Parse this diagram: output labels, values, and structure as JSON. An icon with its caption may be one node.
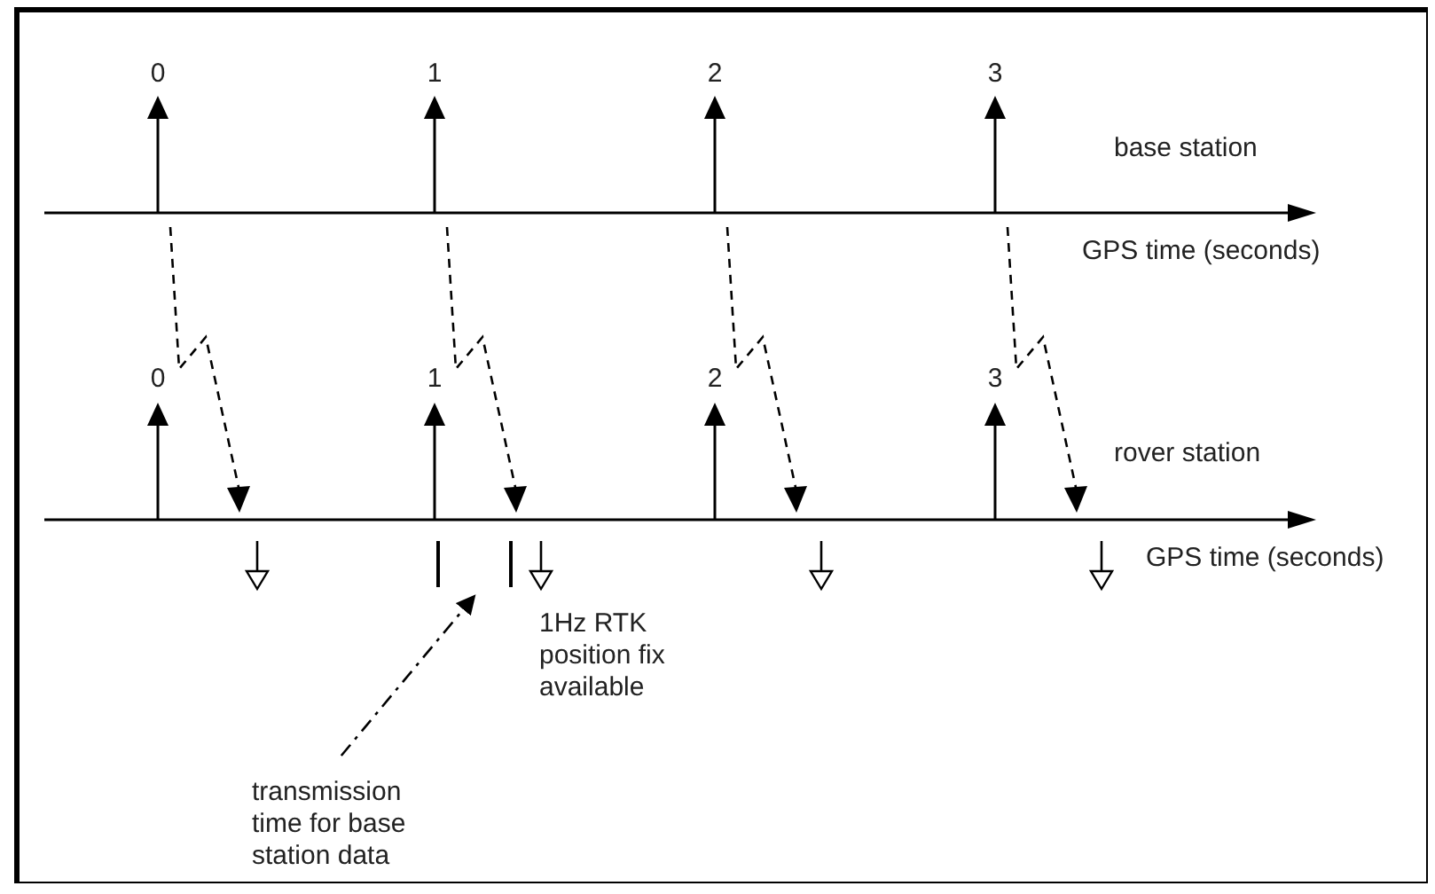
{
  "diagram": {
    "nodes": [
      {
        "text": [
          "transmission time for base station data"
        ]
      },
      {
        "text": [],
        "shape": "bar"
      }
    ],
    "edges": [
      {
        "from": 0,
        "to": 1,
        "arrow": "to",
        "style": "dashed"
      }
    ],
    "labels": [
      "0",
      "1",
      "2",
      "3",
      "base station",
      "GPS time (seconds)",
      "0",
      "1",
      "2",
      "3",
      "rover station",
      "GPS time (seconds)",
      "1Hz RTK position fix available"
    ]
  }
}
